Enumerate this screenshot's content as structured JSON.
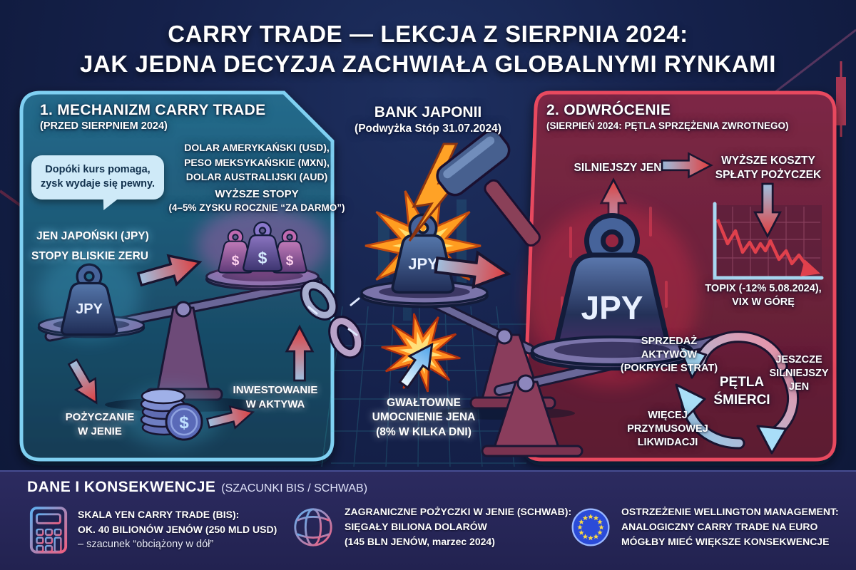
{
  "title": {
    "line1": "CARRY TRADE — LEKCJA Z SIERPNIA 2024:",
    "line2": "JAK JEDNA DECYZJA ZACHWIAŁA GLOBALNYMI RYNKAMI"
  },
  "left_panel": {
    "heading": "1. MECHANIZM CARRY TRADE",
    "subheading": "(PRZED SIERPNIEM 2024)",
    "speech_bubble_line1": "Dopóki kurs pomaga,",
    "speech_bubble_line2": "zysk wydaje się pewny.",
    "currencies_line1": "DOLAR AMERYKAŃSKI (USD),",
    "currencies_line2": "PESO MEKSYKAŃSKIE (MXN),",
    "currencies_line3": "DOLAR AUSTRALIJSKI (AUD)",
    "higher_rates": "WYŻSZE STOPY",
    "higher_rates_note": "(4–5% ZYSKU ROCZNIE “ZA DARMO”)",
    "yen_line1": "JEN JAPOŃSKI (JPY)",
    "yen_line2": "STOPY BLISKIE ZERU",
    "weight_label": "JPY",
    "dollar_sign": "$",
    "borrow_line1": "POŻYCZANIE",
    "borrow_line2": "W JENIE",
    "invest_line1": "INWESTOWANIE",
    "invest_line2": "W AKTYWA"
  },
  "center": {
    "heading": "BANK JAPONII",
    "subheading": "(Podwyżka Stóp 31.07.2024)",
    "weight_label": "JPY",
    "surge_line1": "GWAŁTOWNE",
    "surge_line2": "UMOCNIENIE JENA",
    "surge_line3": "(8% W KILKA DNI)"
  },
  "right_panel": {
    "heading": "2. ODWRÓCENIE",
    "subheading": "(SIERPIEŃ 2024: PĘTLA SPRZĘŻENIA ZWROTNEGO)",
    "stronger_yen": "SILNIEJSZY JEN",
    "higher_costs_line1": "WYŻSZE KOSZTY",
    "higher_costs_line2": "SPŁATY POŻYCZEK",
    "weight_label": "JPY",
    "topix_bold": "TOPIX",
    "topix_rest": " (-12% 5.08.2024),",
    "vix_line": "VIX W GÓRĘ",
    "loop_center_line1": "PĘTLA",
    "loop_center_line2": "ŚMIERCI",
    "loop_sell_line1": "SPRZEDAŻ",
    "loop_sell_line2": "AKTYWÓW",
    "loop_sell_line3": "(POKRYCIE STRAT)",
    "loop_yen_line1": "JESZCZE",
    "loop_yen_line2": "SILNIEJSZY",
    "loop_yen_line3": "JEN",
    "loop_liq_line1": "WIĘCEJ",
    "loop_liq_line2": "PRZYMUSOWEJ",
    "loop_liq_line3": "LIKWIDACJI"
  },
  "footer": {
    "heading": "DANE I KONSEKWENCJE",
    "heading_note": "(SZACUNKI BIS / SCHWAB)",
    "items": [
      {
        "icon": "calculator-icon",
        "line1": "SKALA YEN CARRY TRADE (BIS):",
        "line2": "OK. 40 BILIONÓW JENÓW (250 MLD USD)",
        "line3": "– szacunek “obciążony w dół”"
      },
      {
        "icon": "globe-icon",
        "line1": "ZAGRANICZNE POŻYCZKI W JENIE (SCHWAB):",
        "line2": "SIĘGAŁY BILIONA DOLARÓW",
        "line3": "(145 BLN JENÓW, marzec 2024)"
      },
      {
        "icon": "eu-flag-icon",
        "line1": "OSTRZEŻENIE WELLINGTON MANAGEMENT:",
        "line2": "ANALOGICZNY CARRY TRADE NA EURO",
        "line3": "MÓGŁBY MIEĆ WIĘKSZE KONSEKWENCJE"
      }
    ]
  },
  "icons": {
    "speech-bubble": "rounded bubble with tail",
    "balance-scale-icon": "two-pan balance scale",
    "weight-icon": "kettlebell weight labelled JPY",
    "dollar-weight-icon": "glowing weights with $",
    "coin-stack-icon": "stack of coins with $",
    "broken-chain-icon": "snapped chain links",
    "hammer-icon": "striking hammer",
    "lightning-icon": "lightning bolt",
    "explosion-icon": "starburst with up arrow",
    "declining-chart-icon": "falling red line chart",
    "death-loop-icon": "circular cycle arrows",
    "calculator-icon": "calculator outline",
    "globe-icon": "wireframe globe",
    "eu-flag-icon": "EU circle of stars"
  },
  "colors": {
    "background": "#14204a",
    "left_panel_fill": "#1c5d7c",
    "left_panel_border": "#7fd0f2",
    "right_panel_fill": "#6e2140",
    "right_panel_border": "#e8485e",
    "footer_fill": "#2a2a5c",
    "accent_red": "#e04444",
    "accent_orange": "#ff9d20",
    "accent_cyan": "#7fd0f2",
    "text": "#ffffff"
  }
}
